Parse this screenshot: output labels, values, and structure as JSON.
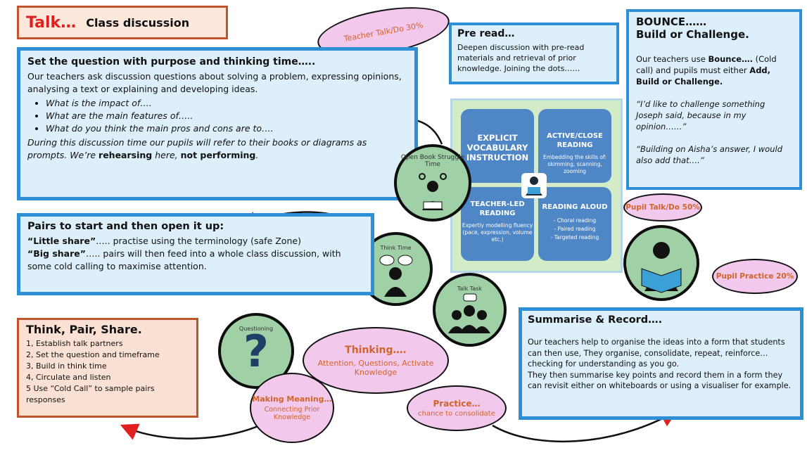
{
  "header": {
    "talk": "Talk…",
    "subtitle": "Class discussion"
  },
  "ovals": {
    "teacher_talk": "Teacher Talk/Do 30%",
    "pupil_talk": "Pupil Talk/Do 50%",
    "pupil_practice": "Pupil Practice 20%"
  },
  "question_box": {
    "title": "Set the question with purpose and thinking time…..",
    "intro": "Our teachers ask discussion questions about solving a problem, expressing opinions, analysing a text or explaining and developing ideas.",
    "bullets": [
      "What is the impact of….",
      "What are the main features of…..",
      "What do you think the main pros and cons are to…."
    ],
    "outro_a": "During this discussion time our pupils will refer to their books or diagrams as prompts. We’re ",
    "outro_b": "rehearsing",
    "outro_c": " here, ",
    "outro_d": "not performing",
    "outro_e": "."
  },
  "pre_read": {
    "title": "Pre read…",
    "text": "Deepen discussion with pre-read materials and retrieval of prior knowledge. Joining the dots……"
  },
  "bounce": {
    "title1": "BOUNCE……",
    "title2": "Build or Challenge.",
    "p1a": "Our teachers use ",
    "p1b": "Bounce….",
    "p1c": " (Cold call) and pupils must either ",
    "p1d": "Add, Build or Challenge.",
    "q1": "“I’d like to challenge something Joseph said, because in my opinion……”",
    "q2": "“Building on Aisha’s answer, I would also add that….”"
  },
  "quadrants": {
    "q1": "EXPLICIT VOCABULARY INSTRUCTION",
    "q2_title": "ACTIVE/CLOSE READING",
    "q2_sub": "Embedding the skills of: skimming, scanning, zooming",
    "q3_title": "TEACHER-LED READING",
    "q3_sub": "Expertly modelling fluency (pace, expression, volume etc.)",
    "q4_title": "READING ALOUD",
    "q4_items": [
      "- Choral reading",
      "- Paired reading",
      "- Targeted reading"
    ]
  },
  "icons": {
    "open_book": "Open Book Struggle Time",
    "think_time": "Think Time",
    "talk_task": "Talk Task",
    "questioning": "Questioning"
  },
  "pairs": {
    "title": "Pairs to start and then open it up:",
    "l1a": "“Little share”",
    "l1b": "….. practise using the terminology (safe Zone)",
    "l2a": "“Big share”",
    "l2b": "….. pairs will then feed into a whole class discussion, with some cold calling to maximise attention."
  },
  "tps": {
    "title": "Think, Pair, Share.",
    "steps": [
      "1, Establish talk partners",
      "2, Set the question and timeframe",
      "3, Build in think time",
      "4, Circulate and listen",
      "5 Use “Cold Call” to sample pairs responses"
    ]
  },
  "thinking": {
    "title": "Thinking….",
    "sub": "Attention, Questions, Activate Knowledge"
  },
  "meaning": {
    "title": "Making Meaning…",
    "sub": "Connecting Prior Knowledge"
  },
  "practice": {
    "title": "Practice…",
    "sub": "chance to consolidate"
  },
  "summarise": {
    "title": "Summarise & Record….",
    "p1": "Our teachers help to organise the ideas into a form that students can then use, They organise, consolidate, repeat, reinforce… checking for understanding as you go.",
    "p2": "They then summarise key points and record them in a form they can revisit either on whiteboards or using a visualiser for example."
  },
  "colors": {
    "blue_border": "#2d8fd5",
    "blue_fill": "#ddeffb",
    "peach_border": "#c0542a",
    "peach_fill": "#fbe1d3",
    "oval_fill": "#f2c8ec",
    "icon_green": "#9fd0a6",
    "red": "#e02020",
    "orange": "#d2642a"
  }
}
